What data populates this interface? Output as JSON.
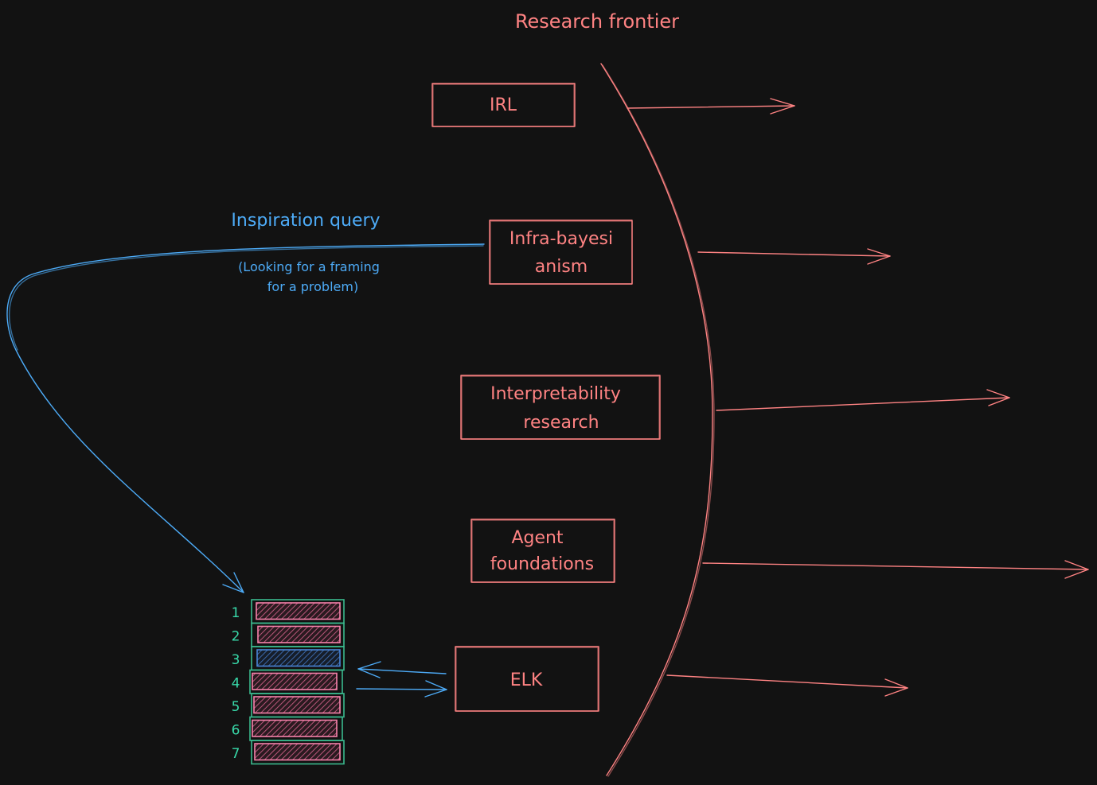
{
  "title": "Research frontier",
  "colors": {
    "background": "#121212",
    "primary": "#ff8383",
    "query": "#4dabf7",
    "stack_outline": "#38d9a9",
    "stack_item": "#f783ac",
    "stack_item_highlight": "#4a86d8"
  },
  "boxes": [
    {
      "id": "irl",
      "lines": [
        "IRL"
      ]
    },
    {
      "id": "infra-bayesianism",
      "lines": [
        "Infra-bayesi",
        "anism"
      ]
    },
    {
      "id": "interpretability",
      "lines": [
        "Interpretability",
        "research"
      ]
    },
    {
      "id": "agent-foundations",
      "lines": [
        "Agent",
        "foundations"
      ]
    },
    {
      "id": "elk",
      "lines": [
        "ELK"
      ]
    }
  ],
  "query": {
    "label": "Inspiration query",
    "note_lines": [
      "(Looking for a framing",
      "for a problem)"
    ]
  },
  "stack": {
    "items": [
      {
        "number": "1",
        "highlight": false
      },
      {
        "number": "2",
        "highlight": false
      },
      {
        "number": "3",
        "highlight": true
      },
      {
        "number": "4",
        "highlight": false
      },
      {
        "number": "5",
        "highlight": false
      },
      {
        "number": "6",
        "highlight": false
      },
      {
        "number": "7",
        "highlight": false
      }
    ]
  }
}
